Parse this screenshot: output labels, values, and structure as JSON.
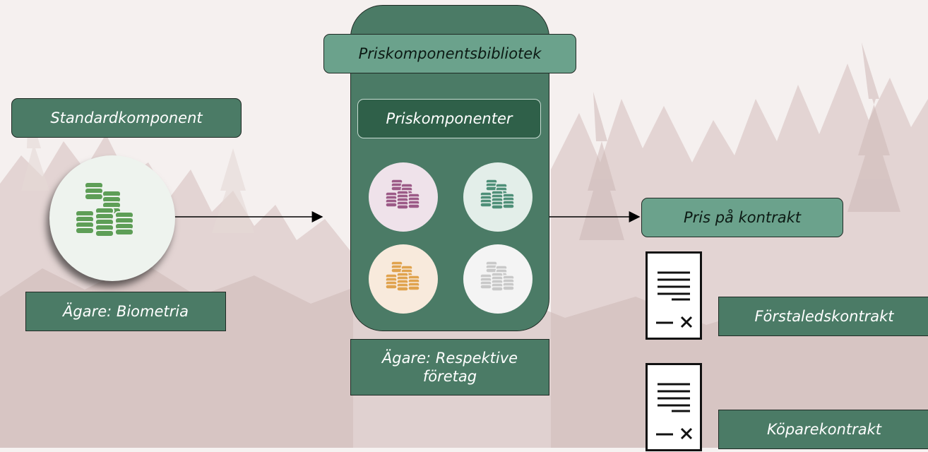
{
  "diagram": {
    "standard_component": "Standardkomponent",
    "owner_biometria": "Ägare: Biometria",
    "library_title": "Priskomponentsbibliotek",
    "price_components": "Priskomponenter",
    "owner_companies_line1": "Ägare: Respektive",
    "owner_companies_line2": "företag",
    "price_on_contract": "Pris på kontrakt",
    "contracts": [
      "Förstaledskontrakt",
      "Köparekontrakt"
    ]
  },
  "colors": {
    "panel_green": "#4b7b66",
    "coin_green": "#5e9e57",
    "coin_teal": "#4e8f78",
    "coin_purple": "#9c5a87",
    "coin_orange": "#e0a34e",
    "coin_grey": "#c9c9c9"
  },
  "icons": [
    "coin-stack-icon",
    "contract-document-icon",
    "arrow-right-icon"
  ]
}
